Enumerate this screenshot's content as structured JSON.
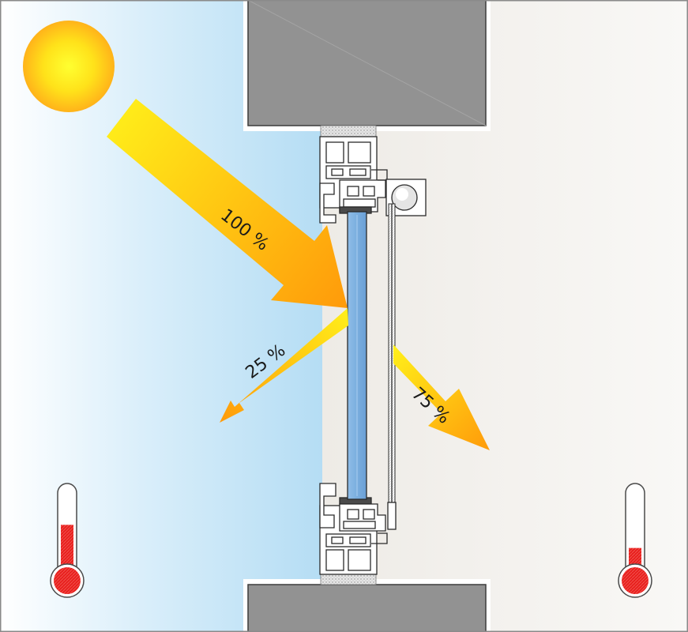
{
  "labels": {
    "incoming": "100 %",
    "reflected": "25 %",
    "transmitted": "75 %"
  },
  "values": {
    "incoming_percent": 100,
    "reflected_percent": 25,
    "transmitted_percent": 75,
    "outdoor_thermometer_level": 0.62,
    "indoor_thermometer_level": 0.38
  },
  "colors": {
    "outside_sky": "#b8dff5",
    "inside_room": "#f2efeb",
    "wall": "#929292",
    "glass": "#7fb0e0",
    "sun": "#ffd21a",
    "arrow_light": "#ffef1a",
    "arrow_dark": "#ff9a0a",
    "thermometer_fluid": "#e8201e"
  },
  "icons": {
    "sun": "sun-icon",
    "outdoor_thermometer": "thermometer-icon",
    "indoor_thermometer": "thermometer-icon",
    "blind": "roller-blind-icon"
  }
}
